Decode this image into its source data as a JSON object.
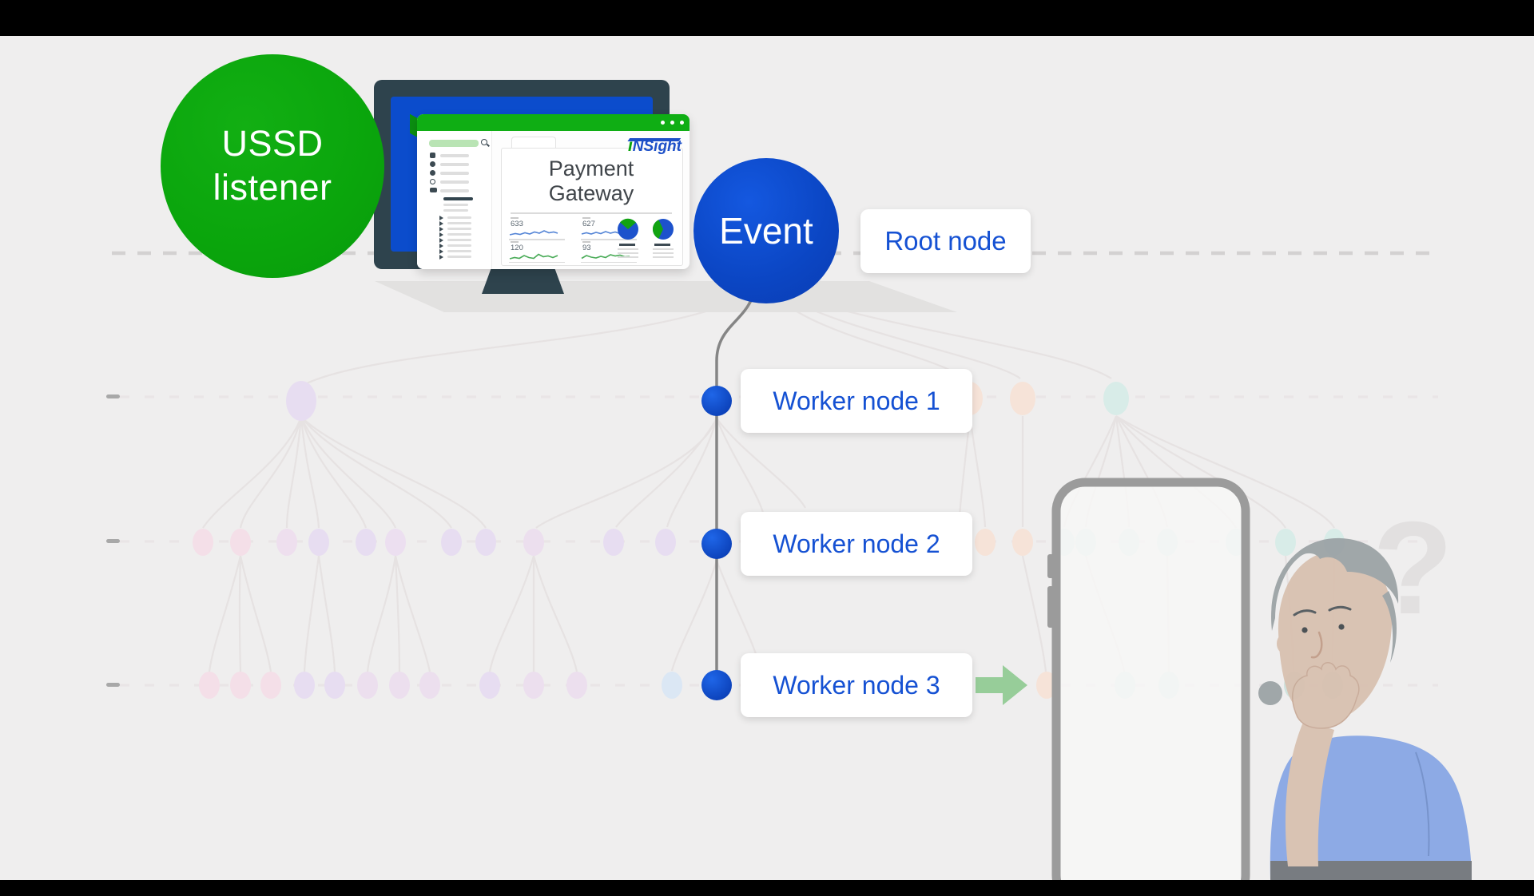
{
  "scene": {
    "ussd": {
      "line1": "USSD",
      "line2": "listener"
    },
    "event_label": "Event",
    "root_label": "Root node",
    "workers": [
      {
        "label": "Worker node 1"
      },
      {
        "label": "Worker node 2"
      },
      {
        "label": "Worker node 3"
      }
    ],
    "question_mark": "?"
  },
  "dashboard": {
    "logo_accent": "i",
    "logo_name": "NSight",
    "title_line1": "Payment",
    "title_line2": "Gateway",
    "metrics": [
      {
        "value": "633",
        "spark_color": "#5585d6"
      },
      {
        "value": "627",
        "spark_color": "#5585d6"
      },
      {
        "value": "120",
        "spark_color": "#49ab57"
      },
      {
        "value": "93",
        "spark_color": "#49ab57"
      }
    ]
  },
  "colors": {
    "background": "#efeeee",
    "letterbox": "#000000",
    "ussd_green": "#0aa50c",
    "event_blue": "#0b46c4",
    "label_text_blue": "#1551d3",
    "browser_green": "#0fae14",
    "screen_blue": "#0b4ccc",
    "monitor_frame": "#2e434d",
    "arrow_green": "#97cd99",
    "connector_gray": "#858585",
    "phone_gray": "#9b9b9b",
    "shirt_blue": "#85a5e5"
  }
}
